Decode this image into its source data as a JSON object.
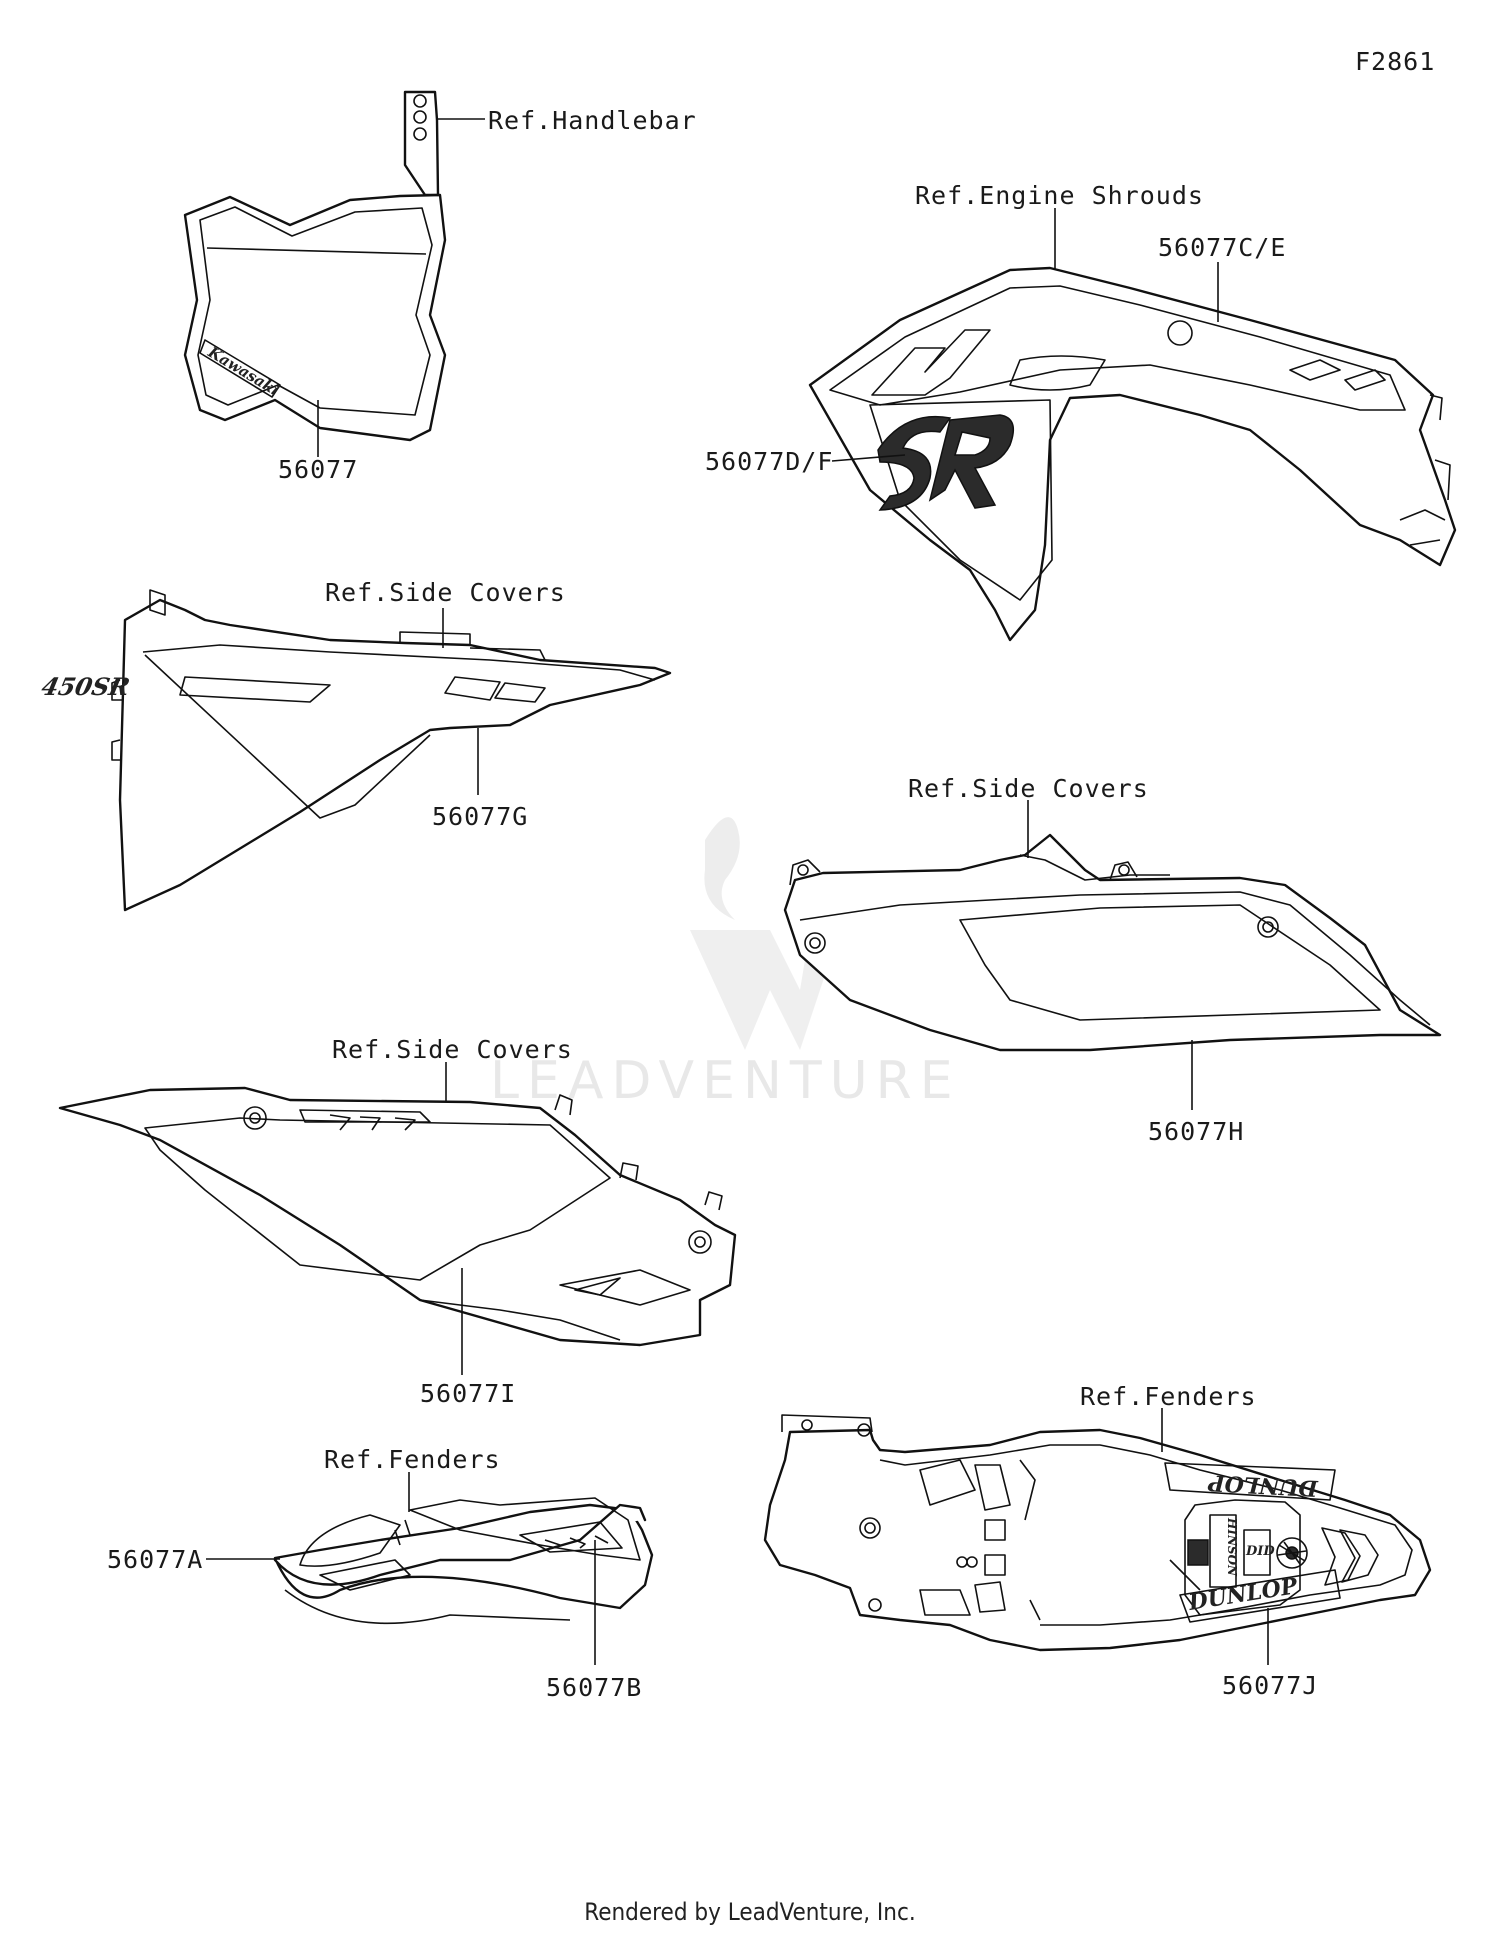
{
  "figure_code": "F2861",
  "labels": {
    "ref_handlebar": "Ref.Handlebar",
    "part_56077": "56077",
    "ref_engine_shrouds": "Ref.Engine Shrouds",
    "part_56077ce": "56077C/E",
    "part_56077df": "56077D/F",
    "ref_side_covers_1": "Ref.Side Covers",
    "part_56077g": "56077G",
    "ref_side_covers_2": "Ref.Side Covers",
    "part_56077h": "56077H",
    "ref_side_covers_3": "Ref.Side Covers",
    "part_56077i": "56077I",
    "ref_fenders_rear": "Ref.Fenders",
    "part_56077j": "56077J",
    "ref_fenders_front": "Ref.Fenders",
    "part_56077a": "56077A",
    "part_56077b": "56077B"
  },
  "decal_text": {
    "number_plate_brand": "Kawasaki",
    "shroud_graphic": "SR",
    "side_cover_model": "450SR",
    "fender_brand_1": "DUNLOP",
    "fender_brand_2": "DUNLOP",
    "fender_sponsor_1": "HINSON",
    "fender_sponsor_2": "DID"
  },
  "watermark": "LEADVENTURE",
  "footer": "Rendered by LeadVenture, Inc."
}
